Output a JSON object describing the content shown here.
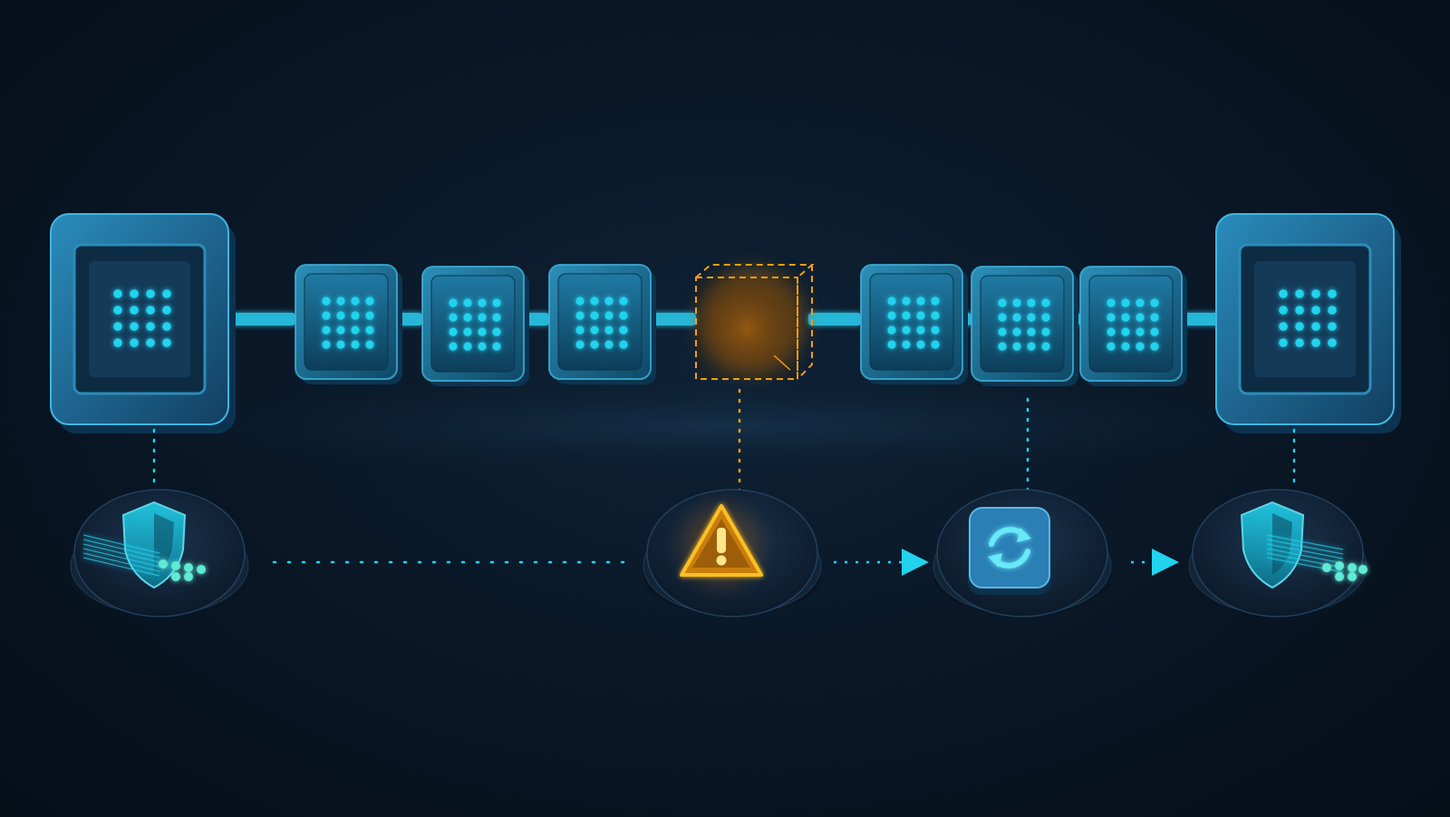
{
  "colors": {
    "background": "#0a1828",
    "accent_cyan": "#22d3ee",
    "block_blue": "#1b6a90",
    "frame_blue": "#1c5f86",
    "warning_orange": "#f59e0b",
    "node_dark": "#14263a"
  },
  "pipeline": {
    "left_endpoint": {
      "icon": "chip-grid-icon"
    },
    "blocks_before_gap": [
      {
        "icon": "chip-grid-icon"
      },
      {
        "icon": "chip-grid-icon"
      },
      {
        "icon": "chip-grid-icon"
      }
    ],
    "missing_block": {
      "state": "missing",
      "style": "dashed-orange"
    },
    "blocks_after_gap": [
      {
        "icon": "chip-grid-icon"
      },
      {
        "icon": "chip-grid-icon"
      },
      {
        "icon": "chip-grid-icon"
      }
    ],
    "right_endpoint": {
      "icon": "chip-grid-icon"
    }
  },
  "status_nodes": [
    {
      "icon": "shield-icon",
      "status": "protected"
    },
    {
      "icon": "warning-icon",
      "status": "warning"
    },
    {
      "icon": "refresh-icon",
      "status": "recovering"
    },
    {
      "icon": "shield-icon",
      "status": "protected"
    }
  ]
}
